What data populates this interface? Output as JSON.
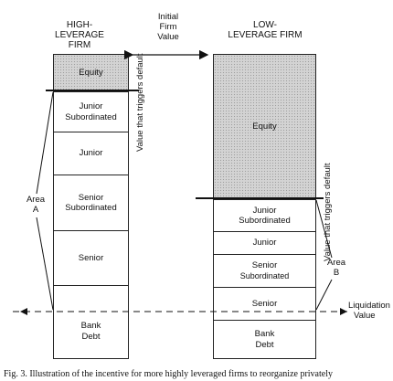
{
  "headers": {
    "high_line1": "HIGH-",
    "high_line2": "LEVERAGE FIRM",
    "initial_line1": "Initial",
    "initial_line2": "Firm",
    "initial_line3": "Value",
    "low_line1": "LOW-",
    "low_line2": "LEVERAGE FIRM"
  },
  "high_firm": {
    "equity": "Equity",
    "junior_sub_1": "Junior",
    "junior_sub_2": "Subordinated",
    "junior": "Junior",
    "senior_sub_1": "Senior",
    "senior_sub_2": "Subordinated",
    "senior": "Senior",
    "bank_1": "Bank",
    "bank_2": "Debt"
  },
  "low_firm": {
    "equity": "Equity",
    "junior_sub_1": "Junior",
    "junior_sub_2": "Subordinated",
    "junior": "Junior",
    "senior_sub_1": "Senior",
    "senior_sub_2": "Subordinated",
    "senior": "Senior",
    "bank_1": "Bank",
    "bank_2": "Debt"
  },
  "labels": {
    "trigger_high": "Value that triggers default",
    "trigger_low": "Value that triggers default",
    "area_a_1": "Area",
    "area_a_2": "A",
    "area_b_1": "Area",
    "area_b_2": "B",
    "liquidation_1": "Liquidation",
    "liquidation_2": "Value"
  },
  "caption": "Fig. 3. Illustration of the incentive for more highly leveraged firms to reorganize privately"
}
